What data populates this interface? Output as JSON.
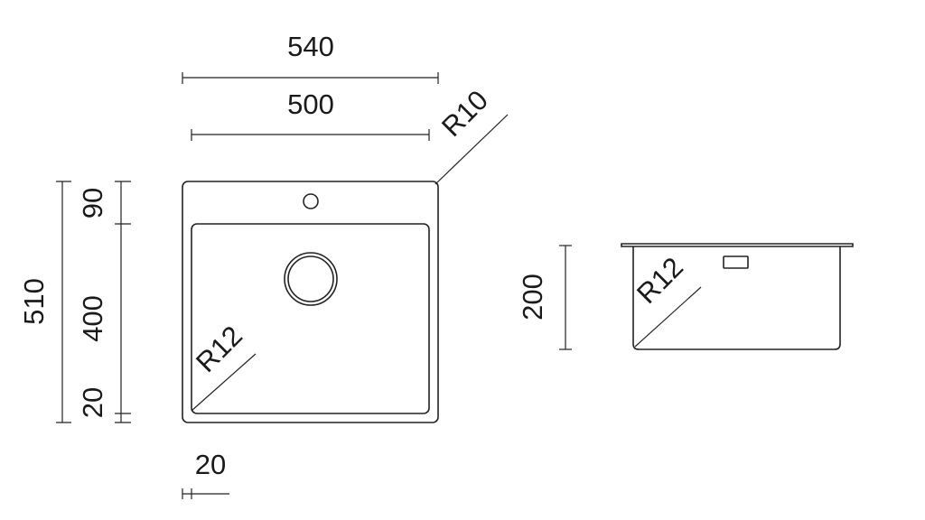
{
  "top_view": {
    "width_outer": "540",
    "width_inner": "500",
    "corner_radius_outer": "R10",
    "corner_radius_inner": "R12",
    "height_total": "510",
    "segment_top": "90",
    "segment_bowl": "400",
    "segment_bottom": "20",
    "rim_width": "20"
  },
  "side_view": {
    "depth": "200",
    "corner_radius": "R12"
  }
}
